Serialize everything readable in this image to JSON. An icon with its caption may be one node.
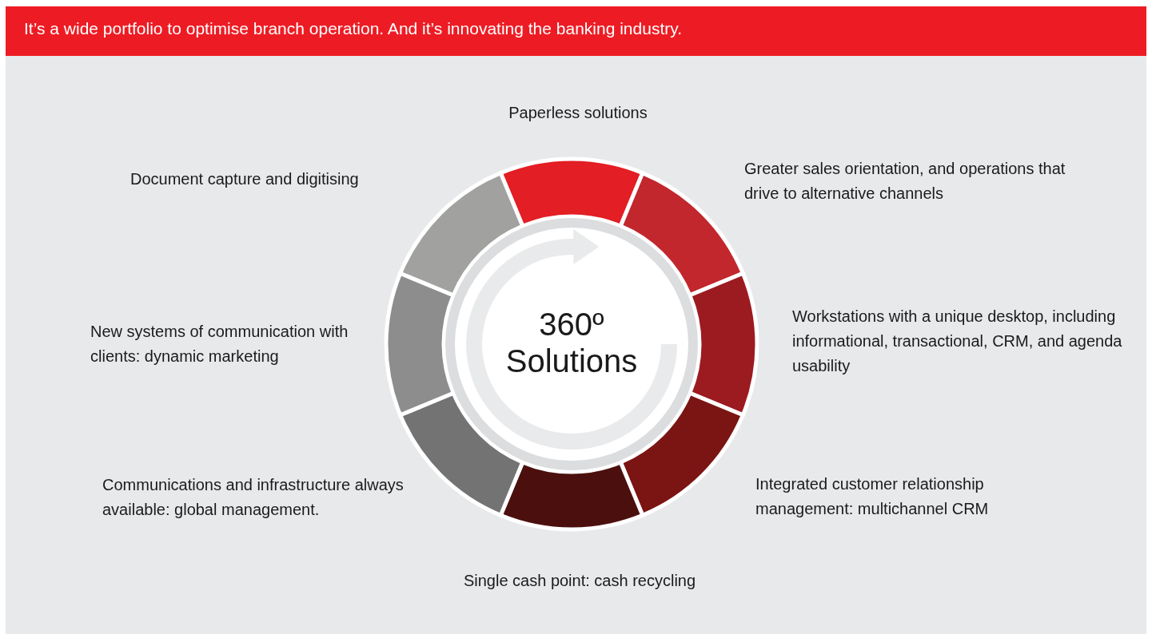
{
  "diagram": {
    "title": "It’s a wide portfolio to optimise branch operation. And it’s innovating the banking industry.",
    "nodes": [
      {
        "text": [
          "360º Solutions"
        ]
      }
    ],
    "labels": [
      "Paperless solutions",
      "Document capture and digitising",
      "Greater sales orientation, and operations that drive to alternative channels",
      "New systems of communication with clients: dynamic marketing",
      "Workstations with a unique desktop, including informational, transactional, CRM, and agenda usability",
      "Communications and infrastructure always available: global management.",
      "Integrated customer relationship management: multichannel CRM",
      "Single cash point: cash recycling"
    ]
  }
}
